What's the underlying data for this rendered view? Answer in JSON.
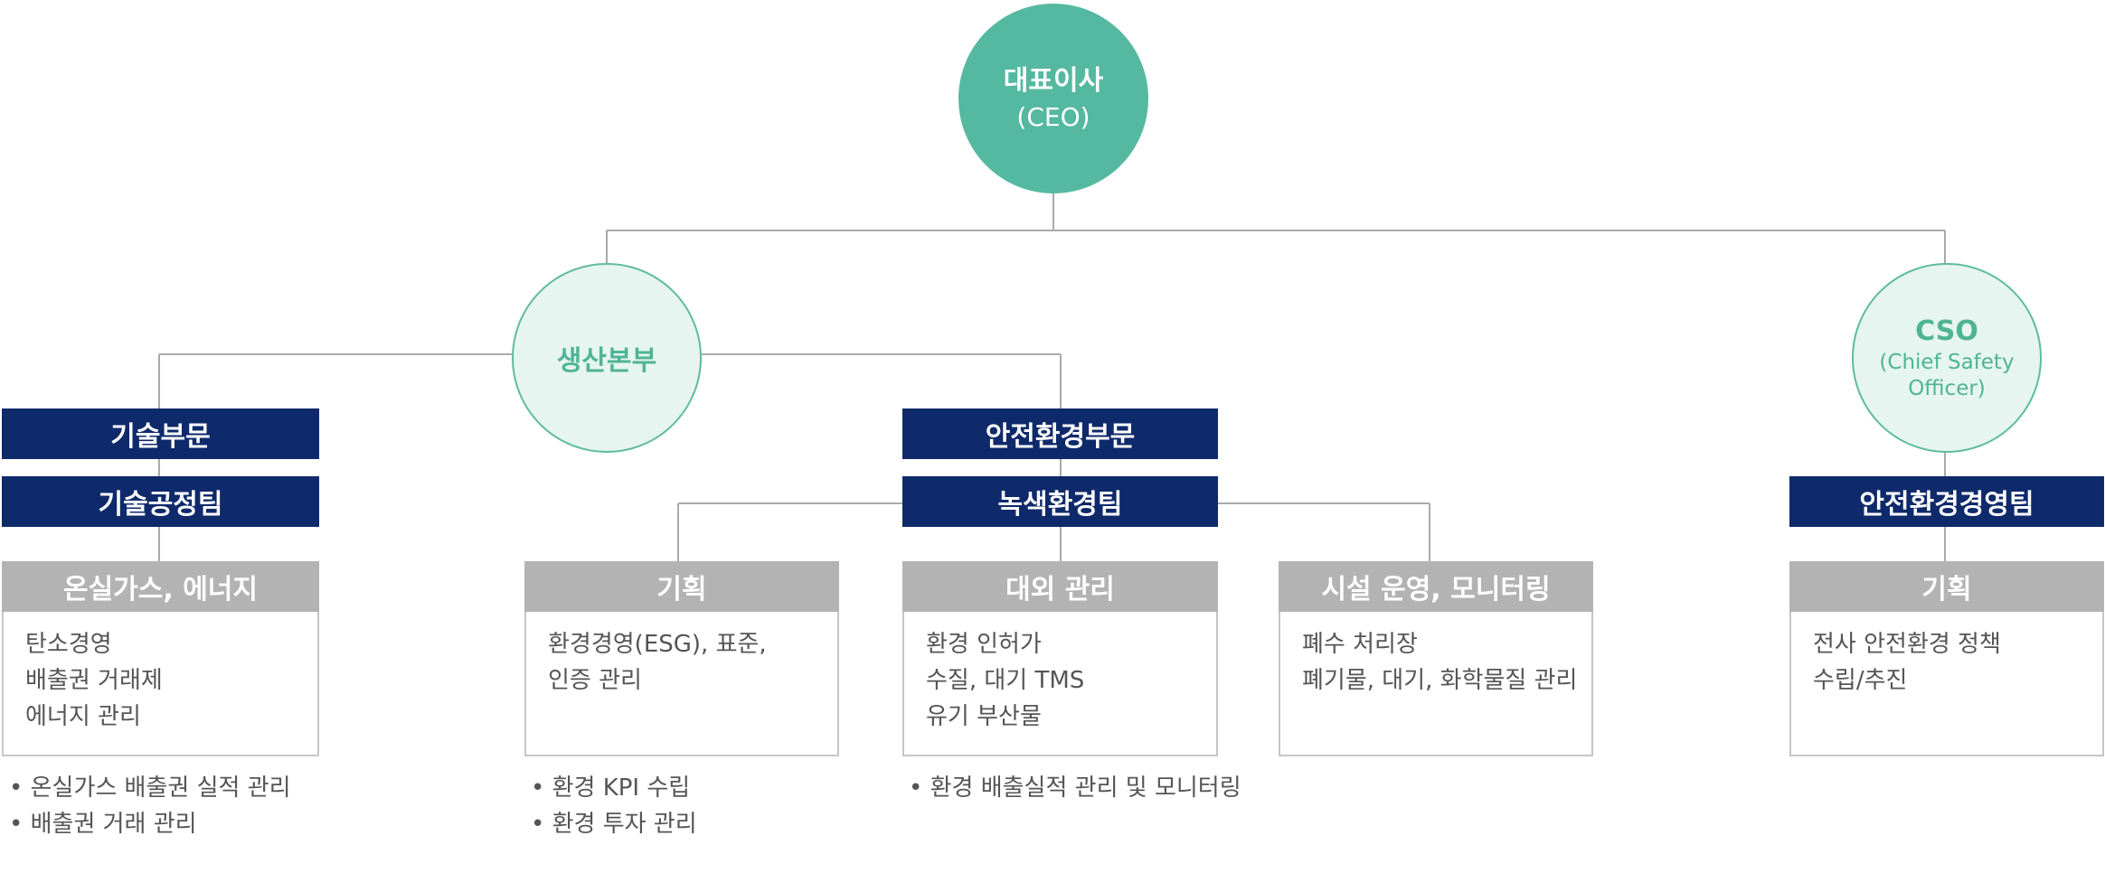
{
  "ceo": {
    "title": "대표이사",
    "subtitle": "(CEO)"
  },
  "production": {
    "title": "생산본부"
  },
  "cso": {
    "title": "CSO",
    "subtitle_1": "(Chief Safety",
    "subtitle_2": "Officer)"
  },
  "tech": {
    "division": "기술부문",
    "team": "기술공정팀",
    "units": [
      {
        "header": "온실가스, 에너지",
        "items": [
          "탄소경영",
          "배출권 거래제",
          "에너지 관리"
        ],
        "bullets": [
          "• 온실가스 배출권 실적 관리",
          "• 배출권 거래 관리"
        ]
      }
    ]
  },
  "safety_env": {
    "division": "안전환경부문",
    "team": "녹색환경팀",
    "units": [
      {
        "header": "기획",
        "items": [
          "환경경영(ESG), 표준,",
          "인증 관리"
        ],
        "bullets": [
          "• 환경 KPI 수립",
          "• 환경 투자 관리"
        ]
      },
      {
        "header": "대외 관리",
        "items": [
          "환경 인허가",
          "수질, 대기 TMS",
          "유기 부산물"
        ],
        "bullets": [
          "• 환경 배출실적 관리 및 모니터링"
        ]
      },
      {
        "header": "시설 운영, 모니터링",
        "items": [
          "폐수 처리장",
          "폐기물, 대기, 화학물질 관리"
        ],
        "bullets": []
      }
    ]
  },
  "cso_team": {
    "team": "안전환경경영팀",
    "units": [
      {
        "header": "기획",
        "items": [
          "전사 안전환경 정책",
          "수립/추진"
        ],
        "bullets": []
      }
    ]
  },
  "colors": {
    "ceo_fill": "#54b9a0",
    "accent": "#4fb494",
    "navy": "#0f2a6b",
    "gray_header": "#b3b3b3",
    "line": "#aaaaaa"
  }
}
